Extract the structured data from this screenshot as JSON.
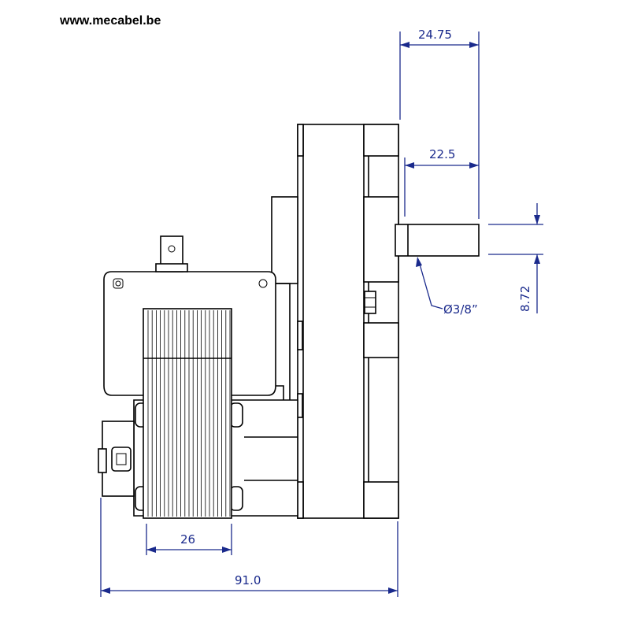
{
  "header": {
    "site_url": "www.mecabel.be"
  },
  "dimensions": {
    "shaft_length_total": "24.75",
    "shaft_length": "22.5",
    "shaft_diameter": "Ø3/8”",
    "shaft_offset": "8.72",
    "stator_width": "26",
    "overall_width": "91.0"
  },
  "colors": {
    "dimension": "#1a2a8c",
    "outline": "#000000"
  }
}
